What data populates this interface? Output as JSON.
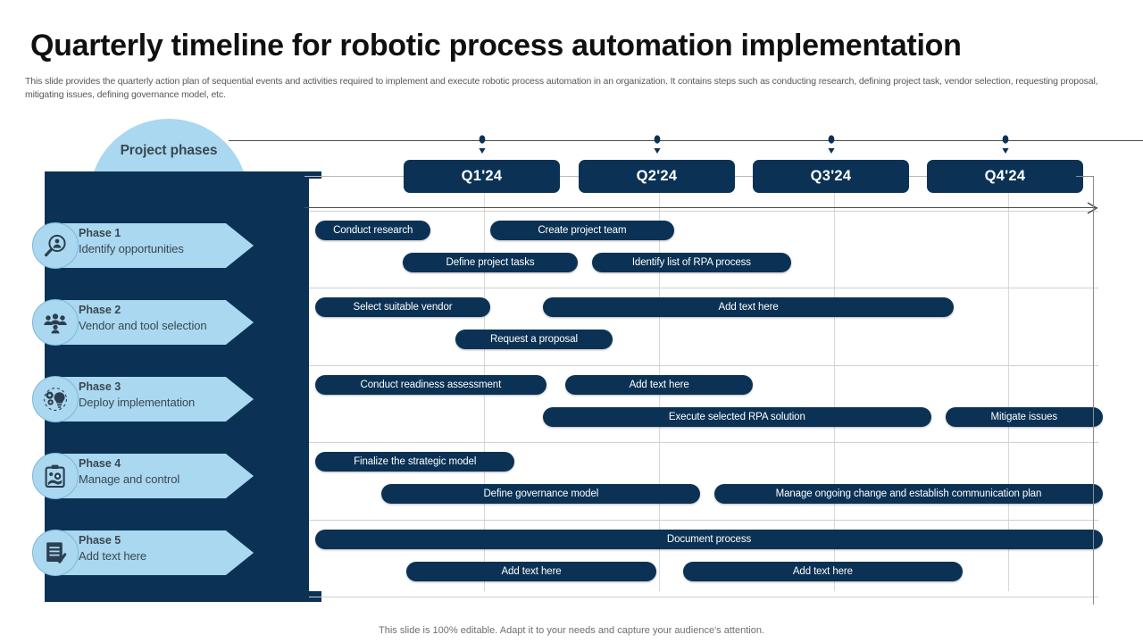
{
  "title": "Quarterly timeline for robotic process automation implementation",
  "subtitle": "This slide provides the quarterly action plan of sequential events and activities required to implement and execute robotic process automation in an organization. It contains steps such as conducting research, defining project task, vendor selection, requesting proposal, mitigating issues, defining governance model, etc.",
  "footer": "This slide is 100% editable. Adapt it to your needs and capture your audience's attention.",
  "colors": {
    "dark_navy": "#0b3255",
    "light_blue": "#a9d8f0",
    "text_gray": "#3c4750",
    "grid": "#d9d9d9"
  },
  "sidebar": {
    "heading": "Project phases",
    "phases": [
      {
        "name": "Phase 1",
        "desc": "Identify  opportunities",
        "icon": "magnifier-person-icon"
      },
      {
        "name": "Phase 2",
        "desc": "Vendor and tool  selection",
        "icon": "people-group-icon"
      },
      {
        "name": "Phase 3",
        "desc": "Deploy implementation",
        "icon": "gears-bulb-icon"
      },
      {
        "name": "Phase 4",
        "desc": "Manage and control",
        "icon": "clipboard-gear-icon"
      },
      {
        "name": "Phase 5",
        "desc": "Add text here",
        "icon": "document-check-icon"
      }
    ]
  },
  "chart_data": {
    "type": "bar",
    "title": "Quarterly timeline for robotic process automation implementation",
    "xlabel": "",
    "ylabel": "Project phases",
    "grid": true,
    "legend": "none",
    "categories": [
      "Q1'24",
      "Q2'24",
      "Q3'24",
      "Q4'24"
    ],
    "x_axis_ticks": [
      "Q1'24",
      "Q2'24",
      "Q3'24",
      "Q4'24"
    ],
    "rows": [
      {
        "phase": "Phase 1",
        "tasks": [
          {
            "label": "Conduct research",
            "start_q": 1.0,
            "end_q": 1.66,
            "lane": 0
          },
          {
            "label": "Create project team",
            "start_q": 2.0,
            "end_q": 3.05,
            "lane": 0
          },
          {
            "label": "Define  project tasks",
            "start_q": 1.5,
            "end_q": 2.5,
            "lane": 1
          },
          {
            "label": "Identify  list of RPA process",
            "start_q": 2.58,
            "end_q": 3.72,
            "lane": 1
          }
        ]
      },
      {
        "phase": "Phase 2",
        "tasks": [
          {
            "label": "Select suitable vendor",
            "start_q": 1.0,
            "end_q": 2.0,
            "lane": 0
          },
          {
            "label": "Add text here",
            "start_q": 2.3,
            "end_q": 4.65,
            "lane": 0
          },
          {
            "label": "Request a proposal",
            "start_q": 1.8,
            "end_q": 2.7,
            "lane": 1
          }
        ]
      },
      {
        "phase": "Phase 3",
        "tasks": [
          {
            "label": "Conduct readiness assessment",
            "start_q": 1.0,
            "end_q": 2.32,
            "lane": 0
          },
          {
            "label": "Add text here",
            "start_q": 2.43,
            "end_q": 3.5,
            "lane": 0
          },
          {
            "label": "Execute selected RPA solution",
            "start_q": 2.3,
            "end_q": 4.52,
            "lane": 1
          },
          {
            "label": "Mitigate issues",
            "start_q": 4.6,
            "end_q": 5.5,
            "lane": 1
          }
        ]
      },
      {
        "phase": "Phase 4",
        "tasks": [
          {
            "label": "Finalize the strategic model",
            "start_q": 1.0,
            "end_q": 2.14,
            "lane": 0
          },
          {
            "label": "Define  governance  model",
            "start_q": 1.38,
            "end_q": 3.2,
            "lane": 1
          },
          {
            "label": "Manage ongoing change and establish communication plan",
            "start_q": 3.28,
            "end_q": 5.5,
            "lane": 1
          }
        ]
      },
      {
        "phase": "Phase 5",
        "tasks": [
          {
            "label": "Document process",
            "start_q": 1.0,
            "end_q": 5.5,
            "lane": 0
          },
          {
            "label": "Add text here",
            "start_q": 1.52,
            "end_q": 2.95,
            "lane": 1
          },
          {
            "label": "Add text here",
            "start_q": 3.1,
            "end_q": 4.7,
            "lane": 1
          }
        ]
      }
    ]
  }
}
